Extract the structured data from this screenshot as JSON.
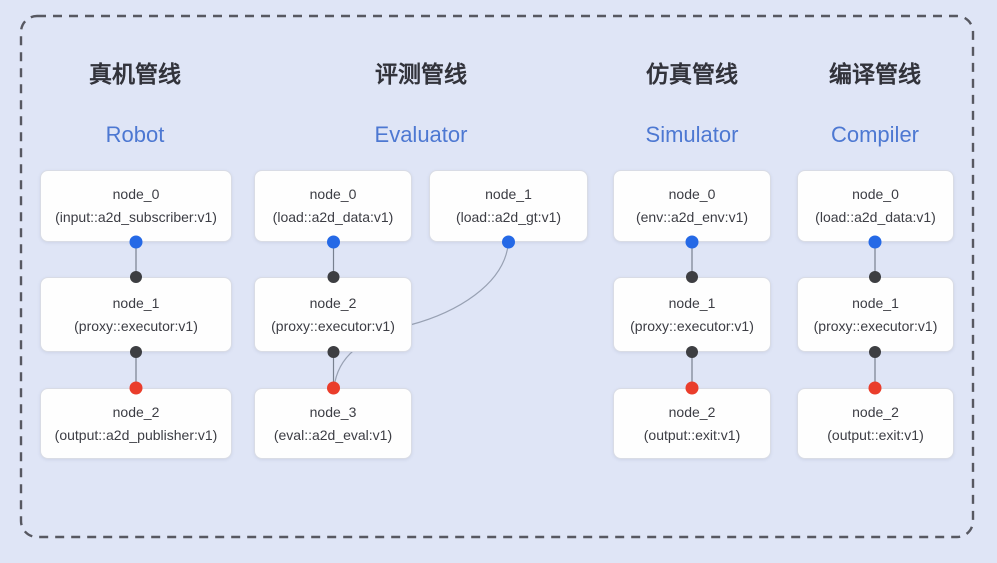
{
  "diagram": {
    "pipelines": [
      {
        "title_zh": "真机管线",
        "title_en": "Robot",
        "nodes": [
          {
            "name": "node_0",
            "type": "(input::a2d_subscriber:v1)"
          },
          {
            "name": "node_1",
            "type": "(proxy::executor:v1)"
          },
          {
            "name": "node_2",
            "type": "(output::a2d_publisher:v1)"
          }
        ]
      },
      {
        "title_zh": "评测管线",
        "title_en": "Evaluator",
        "nodes": [
          {
            "name": "node_0",
            "type": "(load::a2d_data:v1)"
          },
          {
            "name": "node_1",
            "type": "(load::a2d_gt:v1)"
          },
          {
            "name": "node_2",
            "type": "(proxy::executor:v1)"
          },
          {
            "name": "node_3",
            "type": "(eval::a2d_eval:v1)"
          }
        ]
      },
      {
        "title_zh": "仿真管线",
        "title_en": "Simulator",
        "nodes": [
          {
            "name": "node_0",
            "type": "(env::a2d_env:v1)"
          },
          {
            "name": "node_1",
            "type": "(proxy::executor:v1)"
          },
          {
            "name": "node_2",
            "type": "(output::exit:v1)"
          }
        ]
      },
      {
        "title_zh": "编译管线",
        "title_en": "Compiler",
        "nodes": [
          {
            "name": "node_0",
            "type": "(load::a2d_data:v1)"
          },
          {
            "name": "node_1",
            "type": "(proxy::executor:v1)"
          },
          {
            "name": "node_2",
            "type": "(output::exit:v1)"
          }
        ]
      }
    ],
    "colors": {
      "background": "#dfe5f6",
      "node_bg": "#fefefe",
      "node_border": "#d9dce5",
      "node_text": "#3c3d44",
      "title_zh": "#32333b",
      "accent_blue": "#4d78d2",
      "dot_blue": "#2569e6",
      "dot_black": "#3d3e42",
      "dot_red": "#ea3d2b",
      "edge": "#78808f",
      "edge_curve": "#98a1b3",
      "frame_border": "#575861"
    }
  }
}
